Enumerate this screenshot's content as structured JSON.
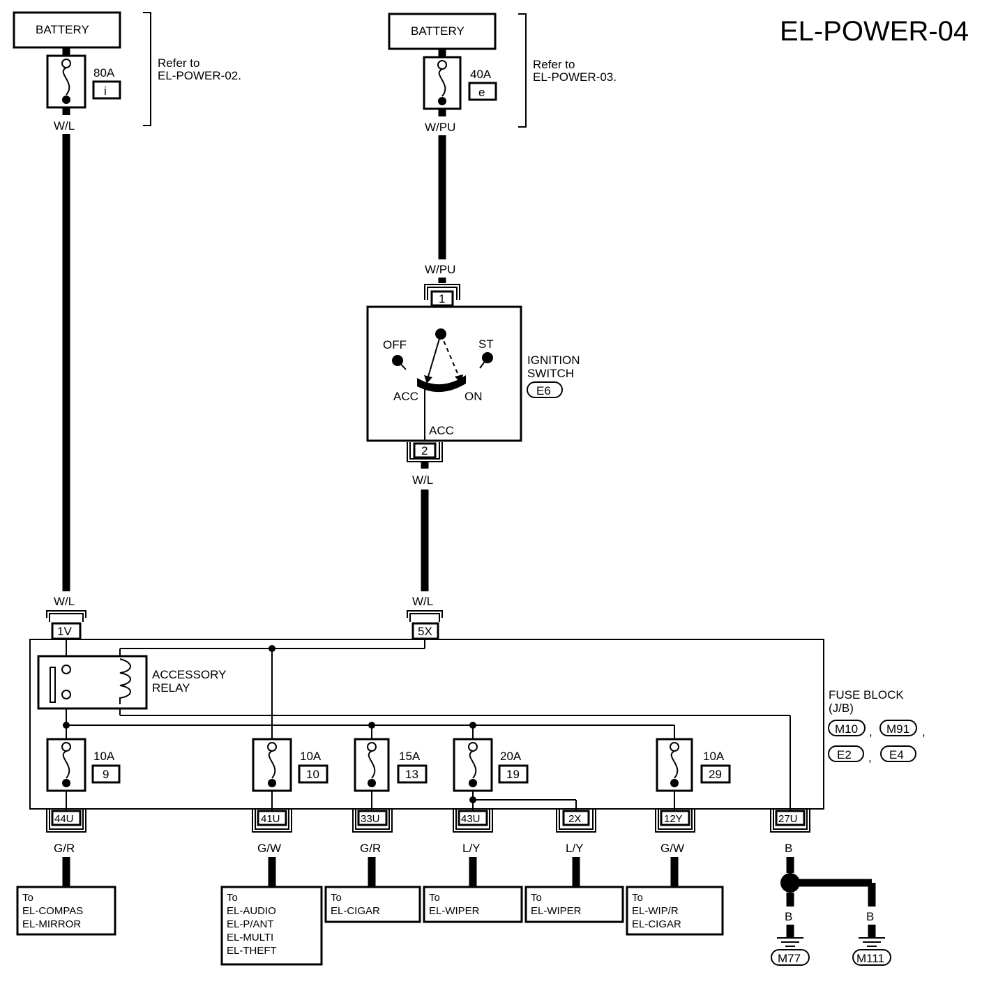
{
  "title": "EL-POWER-04",
  "left_feed": {
    "battery": "BATTERY",
    "fuse_amp": "80A",
    "fuse_id": "i",
    "refer_line1": "Refer to",
    "refer_line2": "EL-POWER-02.",
    "wire_top": "W/L",
    "wire_bottom": "W/L",
    "connector": "1V"
  },
  "right_feed": {
    "battery": "BATTERY",
    "fuse_amp": "40A",
    "fuse_id": "e",
    "refer_line1": "Refer to",
    "refer_line2": "EL-POWER-03.",
    "wire_top": "W/PU",
    "wire_switch_in": "W/PU"
  },
  "ignition_switch": {
    "name_line1": "IGNITION",
    "name_line2": "SWITCH",
    "connector_id": "E6",
    "terminal_in": "1",
    "terminal_out": "2",
    "pos_off": "OFF",
    "pos_st": "ST",
    "pos_acc": "ACC",
    "pos_on": "ON",
    "out_label": "ACC",
    "wire_out_top": "W/L",
    "wire_out_bottom": "W/L",
    "connector_jb": "5X"
  },
  "relay": {
    "line1": "ACCESSORY",
    "line2": "RELAY"
  },
  "fuse_block": {
    "line1": "FUSE BLOCK",
    "line2": "(J/B)",
    "connectors_row1": [
      "M10",
      "M91"
    ],
    "connectors_row2": [
      "E2",
      "E4"
    ],
    "comma": ","
  },
  "fuses": [
    {
      "amp": "10A",
      "num": "9"
    },
    {
      "amp": "10A",
      "num": "10"
    },
    {
      "amp": "15A",
      "num": "13"
    },
    {
      "amp": "20A",
      "num": "19"
    },
    {
      "amp": "10A",
      "num": "29"
    }
  ],
  "outputs": [
    {
      "connector": "44U",
      "wire": "G/R",
      "dest": [
        "To",
        "EL-COMPAS",
        "EL-MIRROR"
      ]
    },
    {
      "connector": "41U",
      "wire": "G/W",
      "dest": [
        "To",
        "EL-AUDIO",
        "EL-P/ANT",
        "EL-MULTI",
        "EL-THEFT"
      ]
    },
    {
      "connector": "33U",
      "wire": "G/R",
      "dest": [
        "To",
        "EL-CIGAR"
      ]
    },
    {
      "connector": "43U",
      "wire": "L/Y",
      "dest": [
        "To",
        "EL-WIPER"
      ]
    },
    {
      "connector": "2X",
      "wire": "L/Y",
      "dest": [
        "To",
        "EL-WIPER"
      ]
    },
    {
      "connector": "12Y",
      "wire": "G/W",
      "dest": [
        "To",
        "EL-WIP/R",
        "EL-CIGAR"
      ]
    }
  ],
  "ground": {
    "connector": "27U",
    "wire": "B",
    "branch_left_wire": "B",
    "branch_right_wire": "B",
    "ground_left": "M77",
    "ground_right": "M111"
  }
}
